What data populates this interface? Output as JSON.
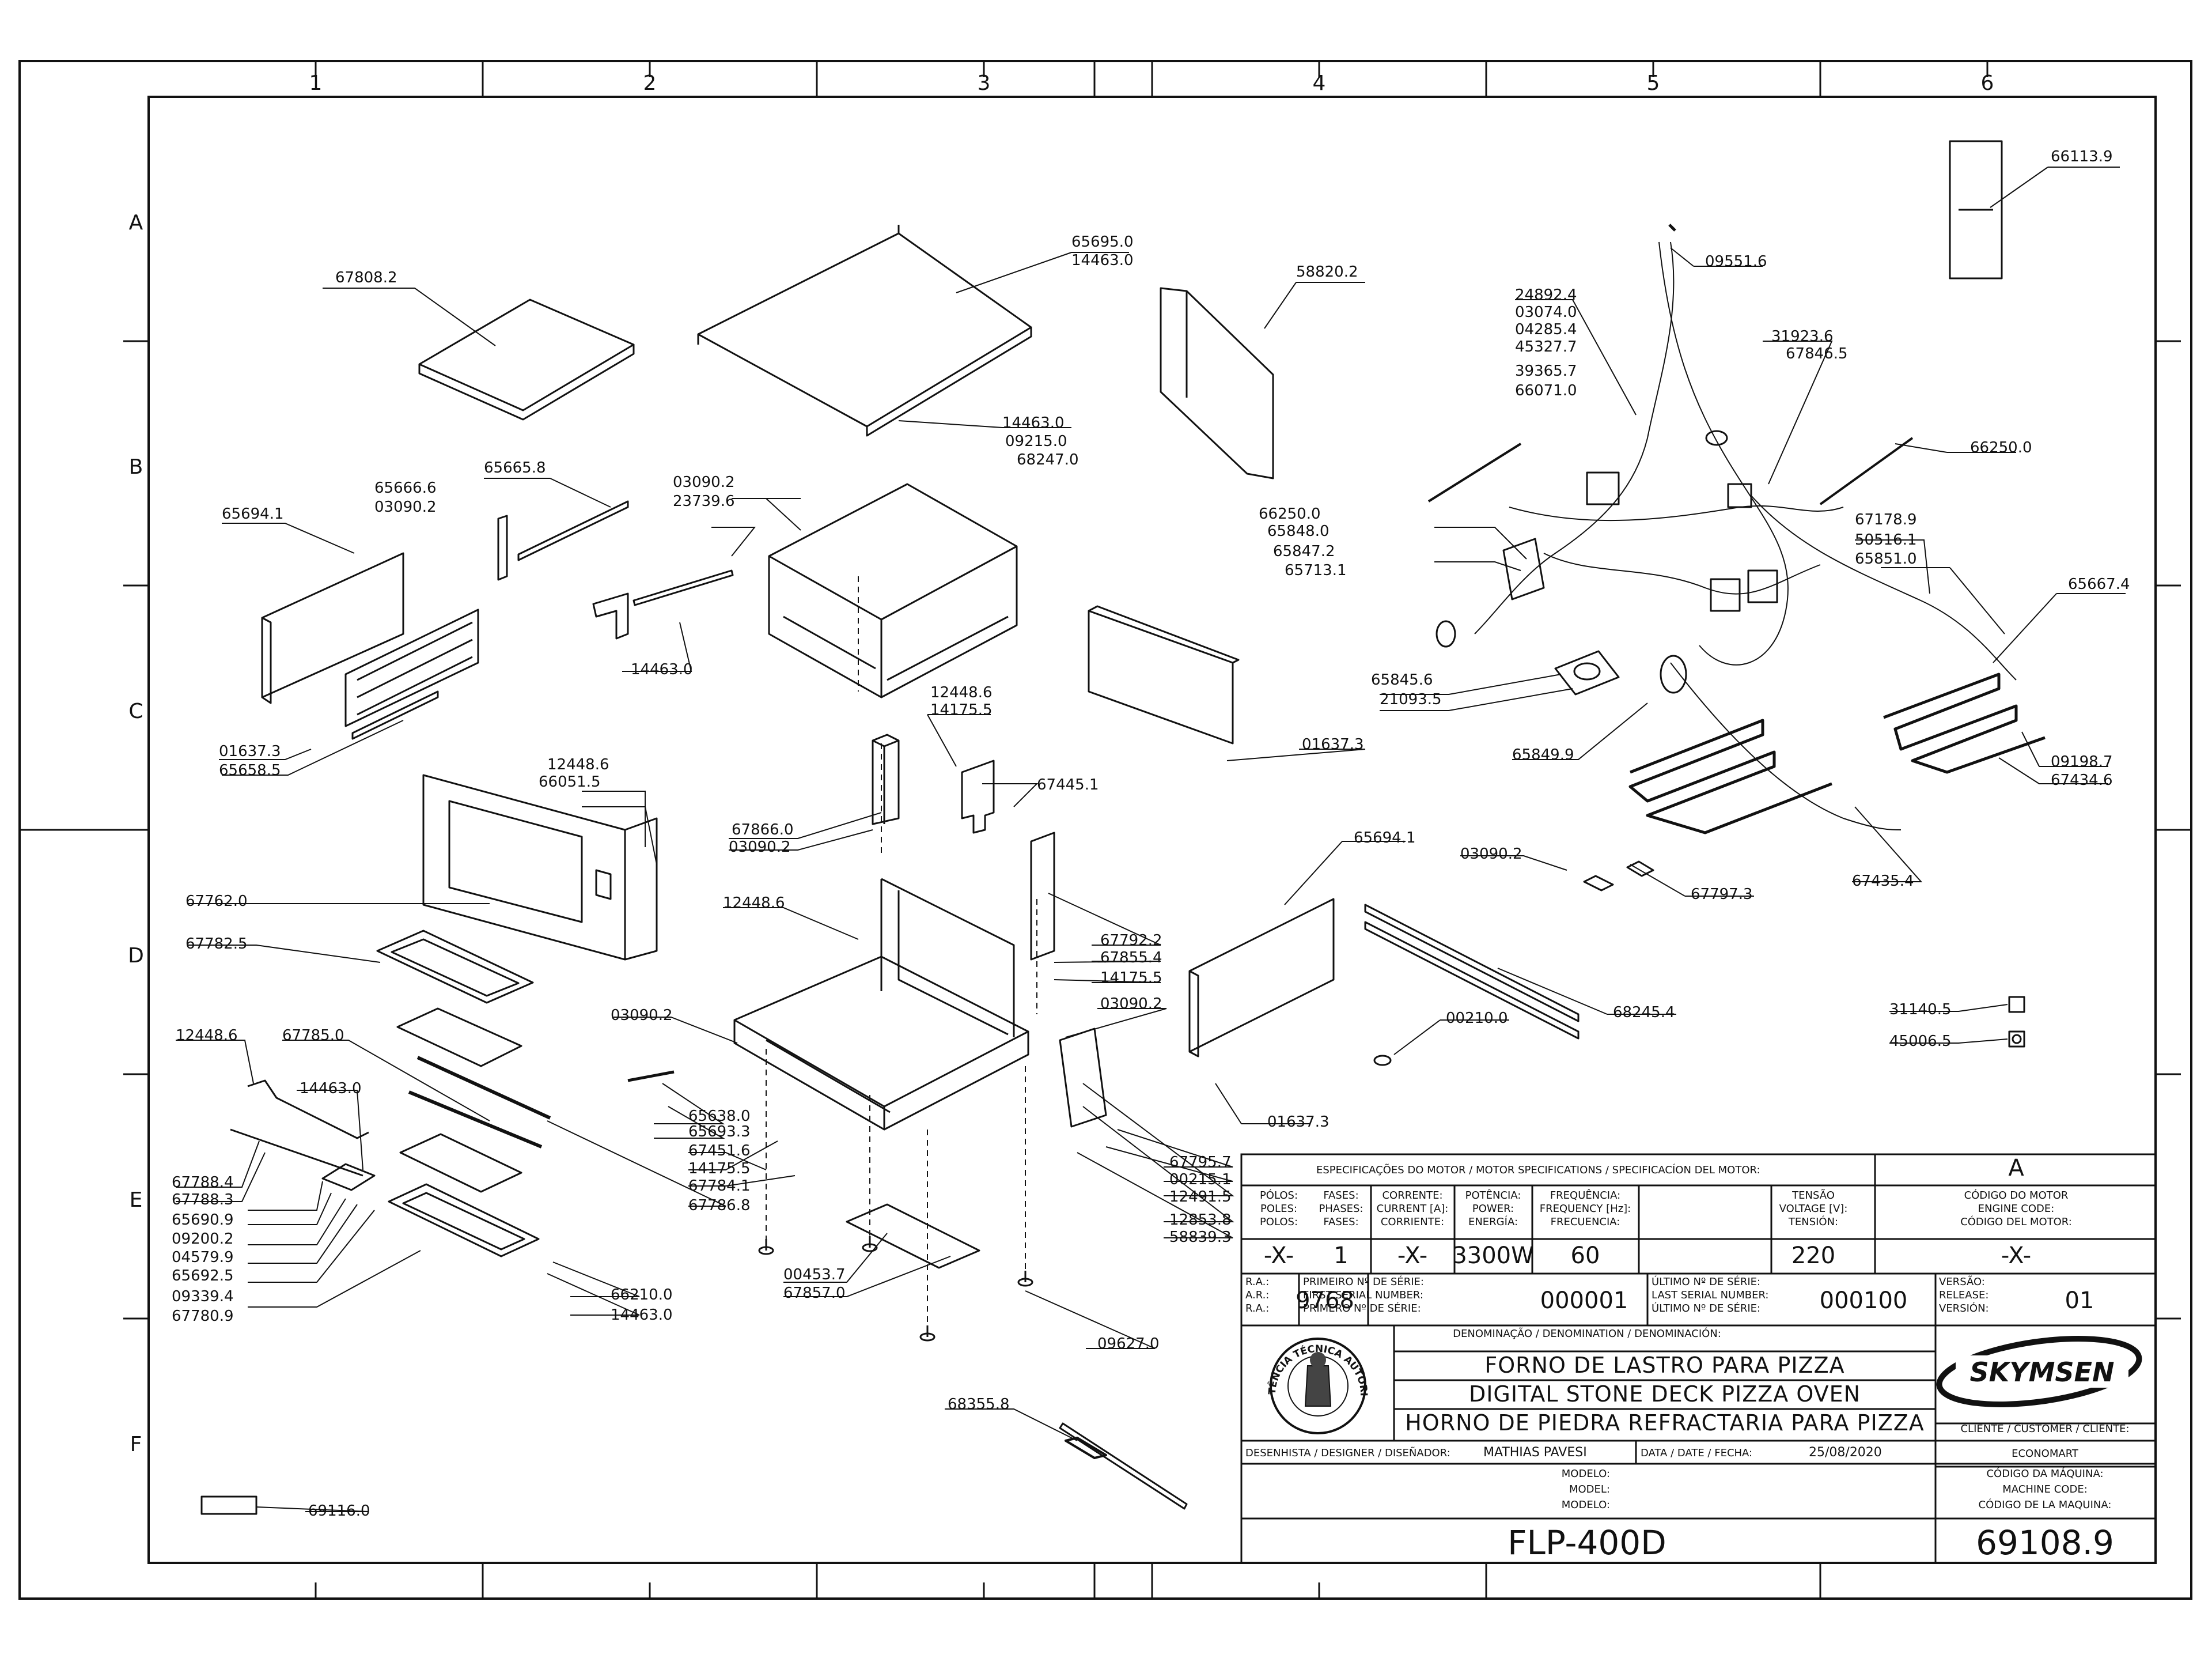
{
  "grid": {
    "columns": [
      "1",
      "2",
      "3",
      "4",
      "5",
      "6"
    ],
    "rows": [
      "A",
      "B",
      "C",
      "D",
      "E",
      "F"
    ]
  },
  "labels": [
    "66113.9",
    "67808.2",
    "65695.0",
    "14463.0",
    "58820.2",
    "09551.6",
    "24892.4",
    "03074.0",
    "04285.4",
    "45327.7",
    "39365.7",
    "66071.0",
    "31923.6",
    "67846.5",
    "14463.0",
    "09215.0",
    "68247.0",
    "66250.0",
    "65665.8",
    "65666.6",
    "03090.2",
    "03090.2",
    "23739.6",
    "65694.1",
    "66250.0",
    "65848.0",
    "65847.2",
    "65713.1",
    "67178.9",
    "50516.1",
    "65851.0",
    "65667.4",
    "14463.0",
    "01637.3",
    "65658.5",
    "12448.6",
    "14175.5",
    "65845.6",
    "21093.5",
    "65849.9",
    "09198.7",
    "67434.6",
    "12448.6",
    "66051.5",
    "67445.1",
    "01637.3",
    "67866.0",
    "03090.2",
    "65694.1",
    "03090.2",
    "67797.3",
    "67762.0",
    "67435.4",
    "12448.6",
    "67782.5",
    "67792.2",
    "67855.4",
    "14175.5",
    "03090.2",
    "03090.2",
    "68245.4",
    "00210.0",
    "31140.5",
    "45006.5",
    "12448.6",
    "67785.0",
    "65638.0",
    "65693.3",
    "67451.6",
    "14175.5",
    "67784.1",
    "14463.0",
    "67788.4",
    "67788.3",
    "65690.9",
    "09200.2",
    "04579.9",
    "65692.5",
    "09339.4",
    "67780.9",
    "67786.8",
    "01637.3",
    "67795.7",
    "00215.1",
    "12491.5",
    "12853.8",
    "58839.3",
    "00453.7",
    "67857.0",
    "66210.0",
    "14463.0",
    "09627.0",
    "68355.8",
    "69116.0"
  ],
  "title_block": {
    "motor_spec_header": "ESPECIFICAÇÕES DO MOTOR / MOTOR SPECIFICATIONS / SPECIFICACÍON DEL MOTOR:",
    "revision_letter": "A",
    "motor_columns": [
      {
        "l1": "PÓLOS:",
        "l2": "POLES:",
        "l3": "POLOS:",
        "value": "-X-"
      },
      {
        "l1": "FASES:",
        "l2": "PHASES:",
        "l3": "FASES:",
        "value": "1"
      },
      {
        "l1": "CORRENTE:",
        "l2": "CURRENT [A]:",
        "l3": "CORRIENTE:",
        "value": "-X-"
      },
      {
        "l1": "POTÊNCIA:",
        "l2": "POWER:",
        "l3": "ENERGÍA:",
        "value": "3300W"
      },
      {
        "l1": "FREQUÊNCIA:",
        "l2": "FREQUENCY [Hz]:",
        "l3": "FRECUENCIA:",
        "value": "60"
      },
      {
        "l1": "TENSÃO",
        "l2": "VOLTAGE [V]:",
        "l3": "TENSIÓN:",
        "value": "220"
      }
    ],
    "engine_code": {
      "l1": "CÓDIGO DO MOTOR",
      "l2": "ENGINE CODE:",
      "l3": "CÓDIGO DEL MOTOR:",
      "value": "-X-"
    },
    "ra": {
      "l1": "R.A.:",
      "l2": "A.R.:",
      "l3": "R.A.:",
      "value": "9768"
    },
    "first_serial": {
      "l1": "PRIMEIRO Nº DE SÉRIE:",
      "l2": "FIRST SERIAL NUMBER:",
      "l3": "PRIMERO Nº DE SÉRIE:",
      "value": "000001"
    },
    "last_serial": {
      "l1": "ÚLTIMO Nº DE SÉRIE:",
      "l2": "LAST SERIAL NUMBER:",
      "l3": "ÚLTIMO Nº DE SÉRIE:",
      "value": "000100"
    },
    "version": {
      "l1": "VERSÃO:",
      "l2": "RELEASE:",
      "l3": "VERSIÓN:",
      "value": "01"
    },
    "denomination_header": "DENOMINAÇÃO / DENOMINATION / DENOMINACIÓN:",
    "names": [
      "FORNO DE LASTRO PARA PIZZA",
      "DIGITAL STONE DECK PIZZA OVEN",
      "HORNO DE PIEDRA REFRACTARIA PARA PIZZA"
    ],
    "brand": "SKYMSEN",
    "seal_text": "ASSISTÊNCIA TÉCNICA AUTORIZADA",
    "designer_label": "DESENHISTA / DESIGNER / DISEÑADOR:",
    "designer": "MATHIAS PAVESI",
    "date_label": "DATA / DATE / FECHA:",
    "date": "25/08/2020",
    "customer_label": "CLIENTE / CUSTOMER / CLIENTE:",
    "customer": "ECONOMART",
    "machine_code_labels": [
      "CÓDIGO DA MÁQUINA:",
      "MACHINE CODE:",
      "CÓDIGO DE LA MAQUINA:"
    ],
    "model_labels": [
      "MODELO:",
      "MODEL:",
      "MODELO:"
    ],
    "model": "FLP-400D",
    "machine_code": "69108.9"
  }
}
